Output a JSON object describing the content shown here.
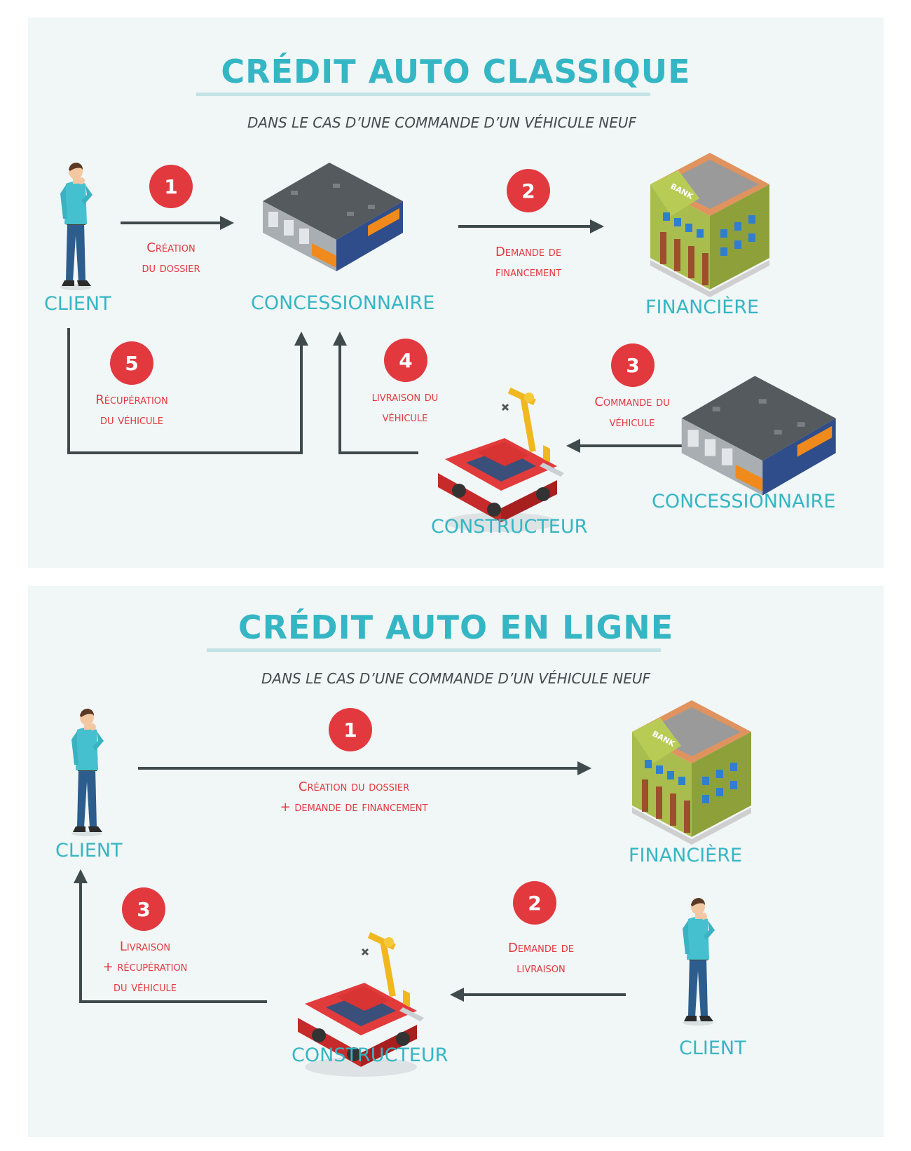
{
  "colors": {
    "accent": "#35b6c4",
    "badge": "#e2393f",
    "arrow": "#3f4a4d",
    "panel": "#f1f6f7"
  },
  "section1": {
    "title": "CRÉDIT AUTO CLASSIQUE",
    "subtitle": "DANS LE CAS D’UNE COMMANDE D’UN VÉHICULE NEUF",
    "actors": {
      "client": "CLIENT",
      "dealer": "CONCESSIONNAIRE",
      "finance": "FINANCIÈRE",
      "maker": "CONSTRUCTEUR",
      "dealer2": "CONCESSIONNAIRE"
    },
    "steps": [
      {
        "num": "1",
        "label": "Création\ndu dossier"
      },
      {
        "num": "2",
        "label": "Demande de\nfinancement"
      },
      {
        "num": "3",
        "label": "Commande du\nvéhicule"
      },
      {
        "num": "4",
        "label": "livraison du\nvéhicule"
      },
      {
        "num": "5",
        "label": "Récupération\ndu véhicule"
      }
    ]
  },
  "section2": {
    "title": "CRÉDIT AUTO EN LIGNE",
    "subtitle": "DANS LE CAS D’UNE COMMANDE D’UN VÉHICULE NEUF",
    "actors": {
      "client": "CLIENT",
      "finance": "FINANCIÈRE",
      "maker": "CONSTRUCTEUR",
      "client2": "CLIENT"
    },
    "steps": [
      {
        "num": "1",
        "label": "Création du dossier\n+ demande de financement"
      },
      {
        "num": "2",
        "label": "Demande de\nlivraison"
      },
      {
        "num": "3",
        "label": "Livraison\n+ récupération\ndu véhicule"
      }
    ]
  }
}
